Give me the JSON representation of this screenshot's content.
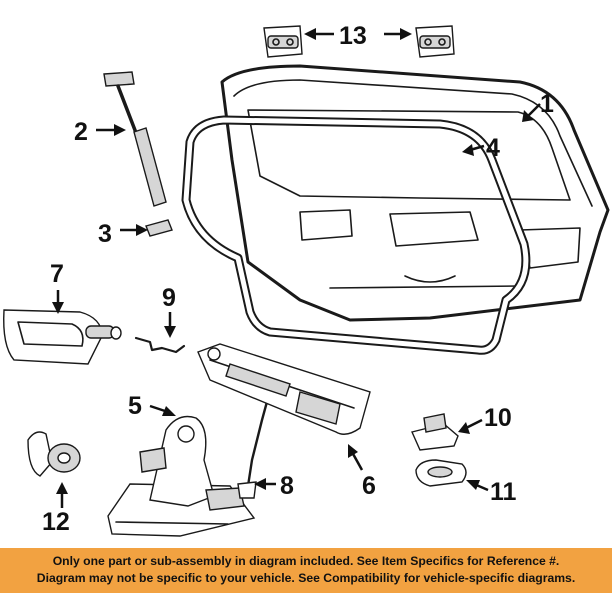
{
  "diagram": {
    "callouts": [
      "1",
      "2",
      "3",
      "4",
      "5",
      "6",
      "7",
      "8",
      "9",
      "10",
      "11",
      "12",
      "13"
    ],
    "parts": {
      "liftgate": "liftgate-panel",
      "gas_strut": "gas-strut",
      "strut_bracket": "strut-ball-stud",
      "weatherstrip": "weatherstrip-seal",
      "latch_handle": "latch-assembly",
      "lock_actuator": "lock-actuator",
      "handle": "exterior-handle",
      "link_rod": "link-rod",
      "clip": "retainer-clip",
      "striker": "striker",
      "striker_plate": "striker-plate",
      "cylinder": "lock-cylinder",
      "hinges": "hinges"
    }
  },
  "disclaimer": {
    "line1": "Only one part or sub-assembly in diagram included. See Item Specifics for Reference #.",
    "line2": "Diagram may not be specific to your vehicle. See Compatibility for vehicle-specific diagrams."
  },
  "colors": {
    "banner": "#f2a241",
    "ink": "#111111",
    "background": "#ffffff"
  }
}
